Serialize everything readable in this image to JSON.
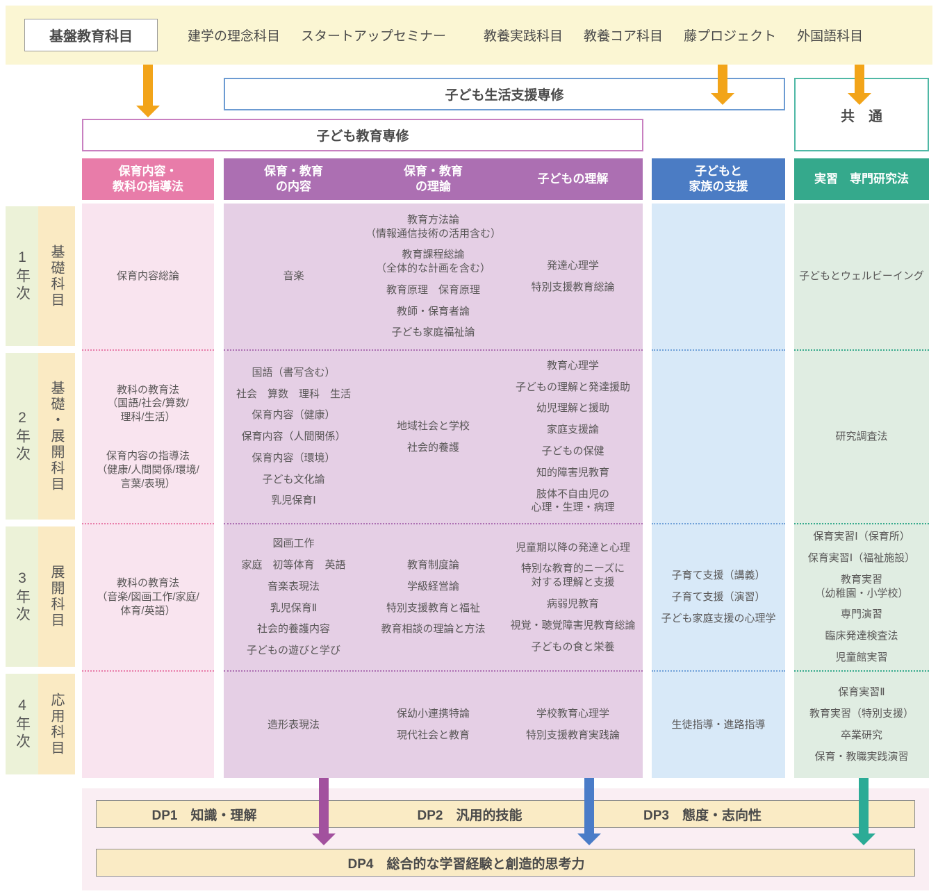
{
  "banner": {
    "label": "基盤教育科目",
    "subjects": [
      "建学の理念科目",
      "スタートアップセミナー",
      "教養実践科目",
      "教養コア科目",
      "藤プロジェクト",
      "外国語科目"
    ]
  },
  "programs": {
    "seikatsu": "子ども生活支援専修",
    "kyoiku": "子ども教育専修",
    "kyotsu": "共　通"
  },
  "headers": {
    "shidoho": "保育内容・\n教科の指導法",
    "naiyo": "保育・教育\nの内容",
    "riron": "保育・教育\nの理論",
    "rikai": "子どもの理解",
    "shien": "子どもと\n家族の支援",
    "jisshu": "実習　専門研究法"
  },
  "years": [
    {
      "grade": "1年次",
      "category": "基礎科目"
    },
    {
      "grade": "2年次",
      "category": "基礎・展開科目"
    },
    {
      "grade": "3年次",
      "category": "展開科目"
    },
    {
      "grade": "4年次",
      "category": "応用科目"
    }
  ],
  "cells": {
    "shidoho": [
      [
        "保育内容総論"
      ],
      [
        "教科の教育法\n（国語/社会/算数/\n理科/生活）",
        "保育内容の指導法\n（健康/人間関係/環境/\n言葉/表現）"
      ],
      [
        "教科の教育法\n（音楽/図画工作/家庭/\n体育/英語）"
      ],
      []
    ],
    "naiyo": [
      [
        "音楽"
      ],
      [
        "国語（書写含む）",
        "社会　算数　理科　生活",
        "保育内容（健康）",
        "保育内容（人間関係）",
        "保育内容（環境）",
        "子ども文化論",
        "乳児保育Ⅰ"
      ],
      [
        "図画工作",
        "家庭　初等体育　英語",
        "音楽表現法",
        "乳児保育Ⅱ",
        "社会的養護内容",
        "子どもの遊びと学び"
      ],
      [
        "造形表現法"
      ]
    ],
    "riron": [
      [
        "教育方法論\n（情報通信技術の活用含む）",
        "教育課程総論\n（全体的な計画を含む）",
        "教育原理　保育原理",
        "教師・保育者論",
        "子ども家庭福祉論"
      ],
      [
        "地域社会と学校",
        "社会的養護"
      ],
      [
        "教育制度論",
        "学級経営論",
        "特別支援教育と福祉",
        "教育相談の理論と方法"
      ],
      [
        "保幼小連携特論",
        "現代社会と教育"
      ]
    ],
    "rikai": [
      [
        "発達心理学",
        "特別支援教育総論"
      ],
      [
        "教育心理学",
        "子どもの理解と発達援助",
        "幼児理解と援助",
        "家庭支援論",
        "子どもの保健",
        "知的障害児教育",
        "肢体不自由児の\n心理・生理・病理"
      ],
      [
        "児童期以降の発達と心理",
        "特別な教育的ニーズに\n対する理解と支援",
        "病弱児教育",
        "視覚・聴覚障害児教育総論",
        "子どもの食と栄養"
      ],
      [
        "学校教育心理学",
        "特別支援教育実践論"
      ]
    ],
    "shien": [
      [],
      [],
      [
        "子育て支援（講義）",
        "子育て支援（演習）",
        "子ども家庭支援の心理学"
      ],
      [
        "生徒指導・進路指導"
      ]
    ],
    "jisshu": [
      [
        "子どもとウェルビーイング"
      ],
      [
        "研究調査法"
      ],
      [
        "保育実習Ⅰ（保育所）",
        "保育実習Ⅰ（福祉施設）",
        "教育実習\n（幼稚園・小学校）",
        "専門演習",
        "臨床発達検査法",
        "児童館実習"
      ],
      [
        "保育実習Ⅱ",
        "教育実習（特別支援）",
        "卒業研究",
        "保育・教職実践演習"
      ]
    ]
  },
  "dp": {
    "dp1": "DP1　知識・理解",
    "dp2": "DP2　汎用的技能",
    "dp3": "DP3　態度・志向性",
    "dp4": "DP4　総合的な学習経験と創造的思考力"
  },
  "colors": {
    "banner_bg": "#FBF6D3",
    "orange_arrow": "#F2A419",
    "purple_arrow": "#A2519E",
    "blue_arrow": "#4A7CC8",
    "teal_arrow": "#2BAB96",
    "pink_header": "#E87CA9",
    "purple_header": "#AC6FB2",
    "blue_header": "#4B7CC4",
    "teal_header": "#35A98C",
    "pink_body": "#F9E4EF",
    "purple_body": "#E5CFE5",
    "blue_body": "#D8E9F8",
    "teal_body": "#E0EDE2",
    "grade_strip_bg": "#ECF2D8",
    "category_strip_bg": "#FAEAC3",
    "dp_bar_bg": "#FAEBC5",
    "dp_panel_bg": "#FAEEF3",
    "seikatsu_border": "#6C9BD2",
    "kyoiku_border": "#C87FC0",
    "kyotsu_border": "#4FB8A5"
  }
}
